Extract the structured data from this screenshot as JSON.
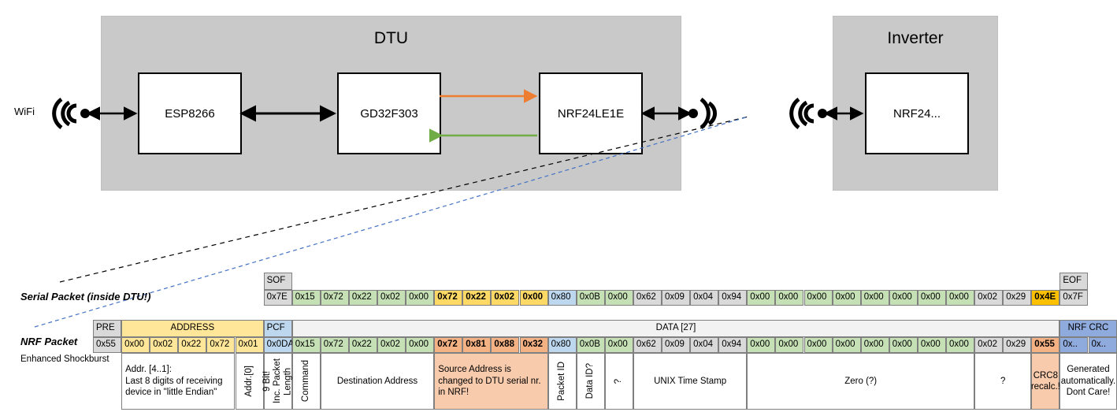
{
  "diagram": {
    "dtu": {
      "title": "DTU",
      "chips": [
        "ESP8266",
        "GD32F303",
        "NRF24LE1E"
      ],
      "wifi_label": "WiFi"
    },
    "inverter": {
      "title": "Inverter",
      "chips": [
        "NRF24..."
      ]
    },
    "colors": {
      "enclosure": "#c9c9c9",
      "chip_fill": "#ffffff",
      "arrow_tx": "#ed7d31",
      "arrow_rx": "#70ad47",
      "arrow_black": "#000000",
      "leader_black": "#000000",
      "leader_blue": "#4472c4"
    }
  },
  "labels": {
    "serial_packet": "Serial Packet (inside DTU!)",
    "nrf_packet": "NRF Packet",
    "enhanced_shockburst": "Enhanced Shockburst"
  },
  "colors": {
    "gray": "#d9d9d9",
    "green": "#c5e0b4",
    "yellow": "#ffd966",
    "yellow_light": "#ffe699",
    "blue": "#bdd7ee",
    "blue_hdr": "#8faadc",
    "salmon": "#f4b183",
    "salmon_light": "#f8cbad",
    "orange": "#ffc000",
    "white": "#ffffff",
    "blank": "#f2f2f2"
  },
  "serial_packet": {
    "headers": [
      {
        "label": "SOF",
        "col": 0,
        "span": 1,
        "fill": "gray"
      },
      {
        "label": "EOF",
        "col": 28,
        "span": 1,
        "fill": "gray"
      }
    ],
    "bytes": [
      {
        "v": "0x7E",
        "fill": "gray",
        "bold": false
      },
      {
        "v": "0x15",
        "fill": "green",
        "bold": false
      },
      {
        "v": "0x72",
        "fill": "green",
        "bold": false
      },
      {
        "v": "0x22",
        "fill": "green",
        "bold": false
      },
      {
        "v": "0x02",
        "fill": "green",
        "bold": false
      },
      {
        "v": "0x00",
        "fill": "green",
        "bold": false
      },
      {
        "v": "0x72",
        "fill": "yellow",
        "bold": true
      },
      {
        "v": "0x22",
        "fill": "yellow",
        "bold": true
      },
      {
        "v": "0x02",
        "fill": "yellow",
        "bold": true
      },
      {
        "v": "0x00",
        "fill": "yellow",
        "bold": true
      },
      {
        "v": "0x80",
        "fill": "blue",
        "bold": false
      },
      {
        "v": "0x0B",
        "fill": "green",
        "bold": false
      },
      {
        "v": "0x00",
        "fill": "green",
        "bold": false
      },
      {
        "v": "0x62",
        "fill": "gray",
        "bold": false
      },
      {
        "v": "0x09",
        "fill": "gray",
        "bold": false
      },
      {
        "v": "0x04",
        "fill": "gray",
        "bold": false
      },
      {
        "v": "0x94",
        "fill": "gray",
        "bold": false
      },
      {
        "v": "0x00",
        "fill": "green",
        "bold": false
      },
      {
        "v": "0x00",
        "fill": "green",
        "bold": false
      },
      {
        "v": "0x00",
        "fill": "green",
        "bold": false
      },
      {
        "v": "0x00",
        "fill": "green",
        "bold": false
      },
      {
        "v": "0x00",
        "fill": "green",
        "bold": false
      },
      {
        "v": "0x00",
        "fill": "green",
        "bold": false
      },
      {
        "v": "0x00",
        "fill": "green",
        "bold": false
      },
      {
        "v": "0x00",
        "fill": "green",
        "bold": false
      },
      {
        "v": "0x02",
        "fill": "gray",
        "bold": false
      },
      {
        "v": "0x29",
        "fill": "gray",
        "bold": false
      },
      {
        "v": "0x4E",
        "fill": "orange",
        "bold": true
      },
      {
        "v": "0x7F",
        "fill": "gray",
        "bold": false
      }
    ]
  },
  "nrf_packet": {
    "headers": [
      {
        "label": "PRE",
        "col": 0,
        "span": 1,
        "fill": "gray",
        "align": "left"
      },
      {
        "label": "ADDRESS",
        "col": 1,
        "span": 5,
        "fill": "yellow_light",
        "align": "center"
      },
      {
        "label": "PCF",
        "col": 6,
        "span": 1,
        "fill": "blue",
        "align": "left"
      },
      {
        "label": "DATA [27]",
        "col": 7,
        "span": 27,
        "fill": "blank",
        "align": "center"
      },
      {
        "label": "NRF CRC",
        "col": 34,
        "span": 2,
        "fill": "blue_hdr",
        "align": "center"
      }
    ],
    "bytes": [
      {
        "v": "0x55",
        "fill": "gray",
        "bold": false
      },
      {
        "v": "0x00",
        "fill": "yellow_light",
        "bold": false
      },
      {
        "v": "0x02",
        "fill": "yellow_light",
        "bold": false
      },
      {
        "v": "0x22",
        "fill": "yellow_light",
        "bold": false
      },
      {
        "v": "0x72",
        "fill": "yellow_light",
        "bold": false
      },
      {
        "v": "0x01",
        "fill": "yellow_light",
        "bold": false
      },
      {
        "v": "0x0DA",
        "fill": "blue",
        "bold": false
      },
      {
        "v": "0x15",
        "fill": "green",
        "bold": false
      },
      {
        "v": "0x72",
        "fill": "green",
        "bold": false
      },
      {
        "v": "0x22",
        "fill": "green",
        "bold": false
      },
      {
        "v": "0x02",
        "fill": "green",
        "bold": false
      },
      {
        "v": "0x00",
        "fill": "green",
        "bold": false
      },
      {
        "v": "0x72",
        "fill": "salmon",
        "bold": true
      },
      {
        "v": "0x81",
        "fill": "salmon",
        "bold": true
      },
      {
        "v": "0x88",
        "fill": "salmon",
        "bold": true
      },
      {
        "v": "0x32",
        "fill": "salmon",
        "bold": true
      },
      {
        "v": "0x80",
        "fill": "blue",
        "bold": false
      },
      {
        "v": "0x0B",
        "fill": "green",
        "bold": false
      },
      {
        "v": "0x00",
        "fill": "green",
        "bold": false
      },
      {
        "v": "0x62",
        "fill": "gray",
        "bold": false
      },
      {
        "v": "0x09",
        "fill": "gray",
        "bold": false
      },
      {
        "v": "0x04",
        "fill": "gray",
        "bold": false
      },
      {
        "v": "0x94",
        "fill": "gray",
        "bold": false
      },
      {
        "v": "0x00",
        "fill": "green",
        "bold": false
      },
      {
        "v": "0x00",
        "fill": "green",
        "bold": false
      },
      {
        "v": "0x00",
        "fill": "green",
        "bold": false
      },
      {
        "v": "0x00",
        "fill": "green",
        "bold": false
      },
      {
        "v": "0x00",
        "fill": "green",
        "bold": false
      },
      {
        "v": "0x00",
        "fill": "green",
        "bold": false
      },
      {
        "v": "0x00",
        "fill": "green",
        "bold": false
      },
      {
        "v": "0x00",
        "fill": "green",
        "bold": false
      },
      {
        "v": "0x02",
        "fill": "gray",
        "bold": false
      },
      {
        "v": "0x29",
        "fill": "gray",
        "bold": false
      },
      {
        "v": "0x55",
        "fill": "salmon",
        "bold": true
      },
      {
        "v": "0x..",
        "fill": "blue_hdr",
        "bold": false
      },
      {
        "v": "0x..",
        "fill": "blue_hdr",
        "bold": false
      }
    ]
  },
  "descriptions": [
    {
      "text": "Addr. [4..1]:\nLast 8 digits of receiving device in \"little Endian\"",
      "col": 1,
      "span": 4,
      "fill": "white",
      "vertical": false,
      "align": "left"
    },
    {
      "text": "Addr.[0]",
      "col": 5,
      "span": 1,
      "fill": "white",
      "vertical": true,
      "align": "center"
    },
    {
      "text": "9 Bit!\nInc. Packet Length",
      "col": 6,
      "span": 1,
      "fill": "white",
      "vertical": true,
      "align": "center"
    },
    {
      "text": "Command",
      "col": 7,
      "span": 1,
      "fill": "white",
      "vertical": true,
      "align": "center"
    },
    {
      "text": "Destination Address",
      "col": 8,
      "span": 4,
      "fill": "white",
      "vertical": false,
      "align": "center"
    },
    {
      "text": "Source Address is changed to DTU serial nr. in NRF!",
      "col": 12,
      "span": 4,
      "fill": "salmon_light",
      "vertical": false,
      "align": "left"
    },
    {
      "text": "Packet ID",
      "col": 16,
      "span": 1,
      "fill": "white",
      "vertical": true,
      "align": "center"
    },
    {
      "text": "Data ID?",
      "col": 17,
      "span": 1,
      "fill": "white",
      "vertical": true,
      "align": "center"
    },
    {
      "text": "?",
      "col": 18,
      "span": 1,
      "fill": "white",
      "vertical": true,
      "align": "center"
    },
    {
      "text": "UNIX Time Stamp",
      "col": 19,
      "span": 4,
      "fill": "white",
      "vertical": false,
      "align": "center"
    },
    {
      "text": "Zero (?)",
      "col": 23,
      "span": 8,
      "fill": "white",
      "vertical": false,
      "align": "center"
    },
    {
      "text": "?",
      "col": 31,
      "span": 2,
      "fill": "white",
      "vertical": false,
      "align": "center"
    },
    {
      "text": "CRC8 recalc.!",
      "col": 33,
      "span": 1,
      "fill": "salmon_light",
      "vertical": false,
      "align": "center"
    },
    {
      "text": "Generated automatically. Dont Care!",
      "col": 34,
      "span": 2,
      "fill": "white",
      "vertical": false,
      "align": "center"
    }
  ]
}
